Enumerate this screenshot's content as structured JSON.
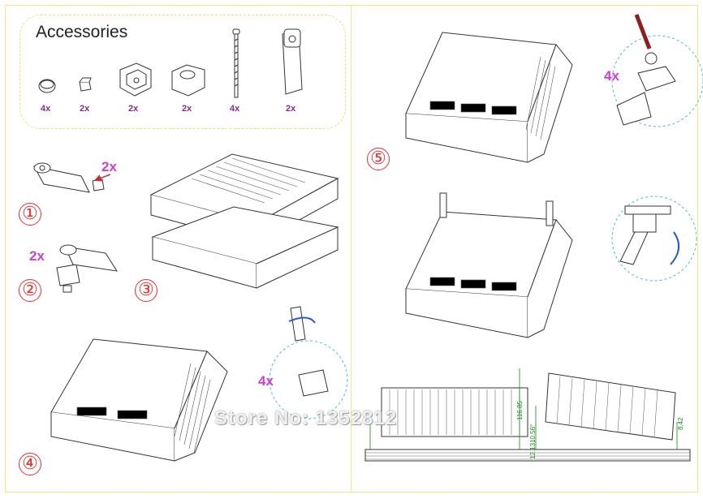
{
  "accessories": {
    "title": "Accessories",
    "items": [
      {
        "icon": "foot-pad-icon",
        "count": "4x"
      },
      {
        "icon": "small-block-icon",
        "count": "2x"
      },
      {
        "icon": "corner-bracket-icon",
        "count": "2x"
      },
      {
        "icon": "corner-cap-icon",
        "count": "2x"
      },
      {
        "icon": "screw-icon",
        "count": "4x"
      },
      {
        "icon": "tilt-leg-icon",
        "count": "2x"
      }
    ]
  },
  "steps": {
    "s1": "①",
    "s2": "②",
    "s3": "③",
    "s4": "④",
    "s5": "⑤"
  },
  "multipliers": {
    "step1": "2x",
    "step2": "2x",
    "step4": "4x",
    "step5": "4x"
  },
  "dimensions": {
    "h1": "116.85",
    "h2": "10.56°",
    "h3": "12.13",
    "h4": "8.42"
  },
  "watermark": "Store No: 1352812",
  "colors": {
    "border": "#f2e68a",
    "step": "#e83030",
    "multiplier": "#d040d0",
    "callout": "#44c0c8",
    "arrow": "#2a5ad0"
  }
}
